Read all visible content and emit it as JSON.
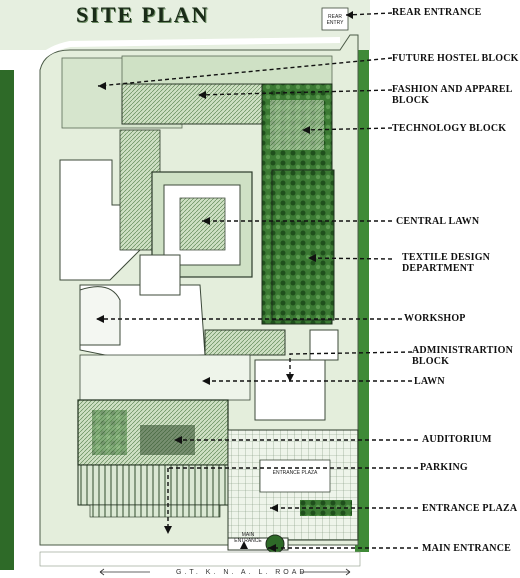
{
  "title": "SITE PLAN",
  "road_label": "G.T. K. N. A. L. ROAD",
  "labels": [
    {
      "id": "rear-entrance",
      "text": "REAR ENTRANCE"
    },
    {
      "id": "future-hostel-block",
      "text": "FUTURE HOSTEL BLOCK"
    },
    {
      "id": "fashion-apparel-block",
      "text": "FASHION AND APPAREL BLOCK"
    },
    {
      "id": "technology-block",
      "text": "TECHNOLOGY BLOCK"
    },
    {
      "id": "central-lawn",
      "text": "CENTRAL LAWN"
    },
    {
      "id": "textile-design-department",
      "text": "TEXTILE DESIGN DEPARTMENT"
    },
    {
      "id": "workshop",
      "text": "WORKSHOP"
    },
    {
      "id": "administration-block",
      "text": "ADMINISTRARTION BLOCK"
    },
    {
      "id": "lawn",
      "text": "LAWN"
    },
    {
      "id": "auditorium",
      "text": "AUDITORIUM"
    },
    {
      "id": "parking",
      "text": "PARKING"
    },
    {
      "id": "entrance-plaza",
      "text": "ENTRANCE PLAZA"
    },
    {
      "id": "main-entrance",
      "text": "MAIN ENTRANCE"
    }
  ],
  "plan_text": {
    "entrance_plaza": "ENTRANCE PLAZA",
    "main_entrance": "MAIN ENTRANCE",
    "rear_entry": "REAR ENTRY"
  },
  "colors": {
    "vegetation": "#2f6b2a",
    "lawn": "#cfe3c4",
    "ground": "#e9f0e3",
    "building": "#ffffff",
    "outline": "#3d4a3a",
    "arrow": "#111111"
  }
}
